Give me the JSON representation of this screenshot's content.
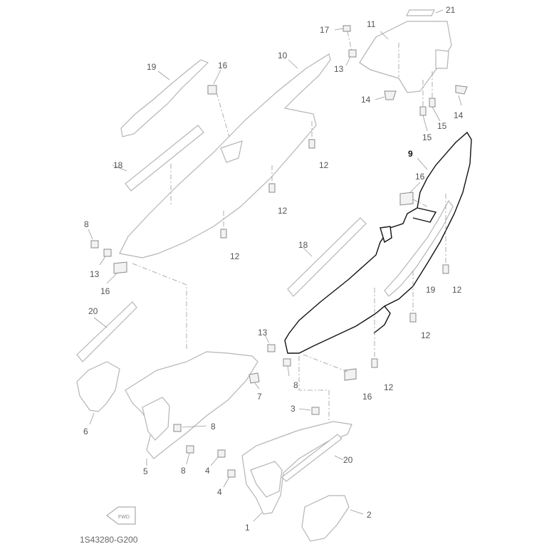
{
  "diagram": {
    "code": "1S43280-G200",
    "fwd_label": "FWD",
    "highlighted_part": "9",
    "callouts": [
      {
        "id": "c21",
        "text": "21"
      },
      {
        "id": "c11",
        "text": "11"
      },
      {
        "id": "c17",
        "text": "17"
      },
      {
        "id": "c13a",
        "text": "13"
      },
      {
        "id": "c14a",
        "text": "14"
      },
      {
        "id": "c14b",
        "text": "14"
      },
      {
        "id": "c15a",
        "text": "15"
      },
      {
        "id": "c15b",
        "text": "15"
      },
      {
        "id": "c19a",
        "text": "19"
      },
      {
        "id": "c16a",
        "text": "16"
      },
      {
        "id": "c10",
        "text": "10"
      },
      {
        "id": "c18a",
        "text": "18"
      },
      {
        "id": "c12a",
        "text": "12"
      },
      {
        "id": "c12b",
        "text": "12"
      },
      {
        "id": "c12c",
        "text": "12"
      },
      {
        "id": "c8a",
        "text": "8"
      },
      {
        "id": "c13b",
        "text": "13"
      },
      {
        "id": "c16b",
        "text": "16"
      },
      {
        "id": "c9",
        "text": "9"
      },
      {
        "id": "c16c",
        "text": "16"
      },
      {
        "id": "c18b",
        "text": "18"
      },
      {
        "id": "c19b",
        "text": "19"
      },
      {
        "id": "c12d",
        "text": "12"
      },
      {
        "id": "c12e",
        "text": "12"
      },
      {
        "id": "c13c",
        "text": "13"
      },
      {
        "id": "c8b",
        "text": "8"
      },
      {
        "id": "c16d",
        "text": "16"
      },
      {
        "id": "c12f",
        "text": "12"
      },
      {
        "id": "c20a",
        "text": "20"
      },
      {
        "id": "c7",
        "text": "7"
      },
      {
        "id": "c6",
        "text": "6"
      },
      {
        "id": "c3",
        "text": "3"
      },
      {
        "id": "c8c",
        "text": "8"
      },
      {
        "id": "c8d",
        "text": "8"
      },
      {
        "id": "c5",
        "text": "5"
      },
      {
        "id": "c4a",
        "text": "4"
      },
      {
        "id": "c4b",
        "text": "4"
      },
      {
        "id": "c20b",
        "text": "20"
      },
      {
        "id": "c2",
        "text": "2"
      },
      {
        "id": "c1",
        "text": "1"
      }
    ]
  }
}
